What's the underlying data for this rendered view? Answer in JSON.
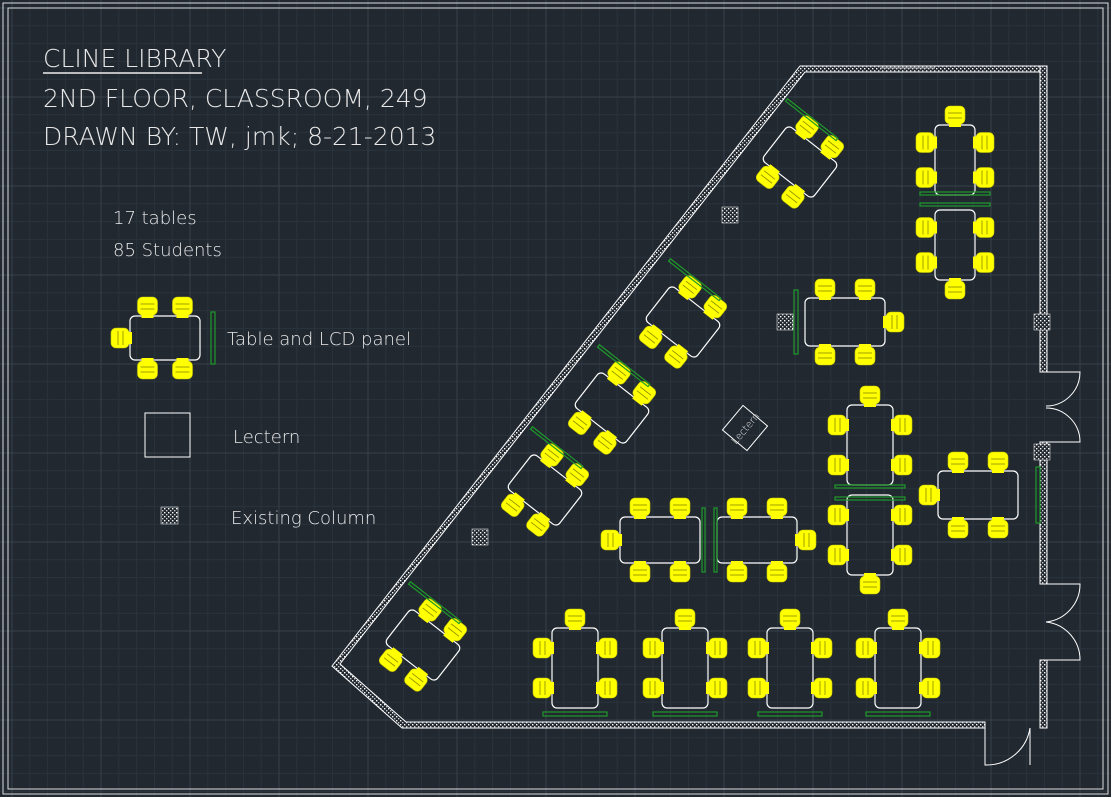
{
  "title": "CLINE LIBRARY",
  "subtitle": "2ND FLOOR, CLASSROOM, 249",
  "drawn_by": "DRAWN BY: TW, jmk; 8-21-2013",
  "summary": {
    "tables": "17 tables",
    "students": "85 Students"
  },
  "legend": {
    "table_panel": "Table and LCD panel",
    "lectern": "Lectern",
    "column": "Existing Column"
  },
  "lectern_label": "Lectern",
  "colors": {
    "background": "#212830",
    "grid": "#2e3a46",
    "wall": "#ffffff",
    "chair": "#ffff00",
    "panel": "#1f9a2a"
  }
}
